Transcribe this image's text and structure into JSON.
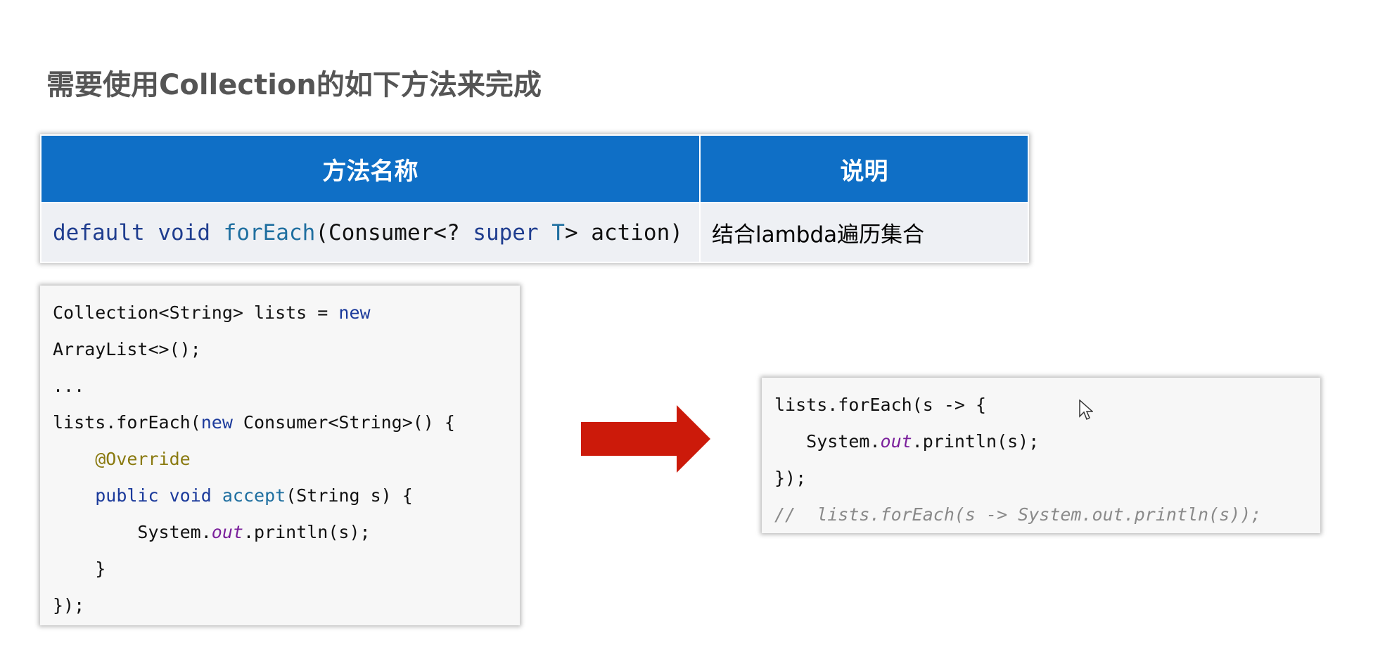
{
  "title": "需要使用Collection的如下方法来完成",
  "table": {
    "headers": [
      "方法名称",
      "说明"
    ],
    "row": {
      "method_tokens": [
        "default",
        " ",
        "void",
        " ",
        "forEach",
        "(Consumer<? ",
        "super",
        " ",
        "T",
        "> action)"
      ],
      "description": "结合lambda遍历集合"
    }
  },
  "code_left": {
    "lines": [
      {
        "indent": "",
        "tokens": [
          {
            "t": "Collection<String> lists = ",
            "c": "txt"
          },
          {
            "t": "new",
            "c": "kw2"
          }
        ]
      },
      {
        "indent": "",
        "tokens": [
          {
            "t": "ArrayList<>();",
            "c": "txt"
          }
        ]
      },
      {
        "indent": "",
        "tokens": [
          {
            "t": "...",
            "c": "txt"
          }
        ]
      },
      {
        "indent": "",
        "tokens": [
          {
            "t": "lists.forEach(",
            "c": "txt"
          },
          {
            "t": "new",
            "c": "kw2"
          },
          {
            "t": " Consumer<String>() {",
            "c": "txt"
          }
        ]
      },
      {
        "indent": "    ",
        "tokens": [
          {
            "t": "@Override",
            "c": "ann"
          }
        ]
      },
      {
        "indent": "    ",
        "tokens": [
          {
            "t": "public",
            "c": "kw2"
          },
          {
            "t": " ",
            "c": "txt"
          },
          {
            "t": "void",
            "c": "kw2"
          },
          {
            "t": " ",
            "c": "txt"
          },
          {
            "t": "accept",
            "c": "fn"
          },
          {
            "t": "(String s) {",
            "c": "txt"
          }
        ]
      },
      {
        "indent": "        ",
        "tokens": [
          {
            "t": "System.",
            "c": "txt"
          },
          {
            "t": "out",
            "c": "fld"
          },
          {
            "t": ".println(s);",
            "c": "txt"
          }
        ]
      },
      {
        "indent": "    ",
        "tokens": [
          {
            "t": "}",
            "c": "txt"
          }
        ]
      },
      {
        "indent": "",
        "tokens": [
          {
            "t": "});",
            "c": "txt"
          }
        ]
      }
    ]
  },
  "code_right": {
    "lines": [
      {
        "indent": "",
        "tokens": [
          {
            "t": "lists.forEach(s -> {",
            "c": "txt"
          }
        ]
      },
      {
        "indent": "   ",
        "tokens": [
          {
            "t": "System.",
            "c": "txt"
          },
          {
            "t": "out",
            "c": "fld"
          },
          {
            "t": ".println(s);",
            "c": "txt"
          }
        ]
      },
      {
        "indent": "",
        "tokens": [
          {
            "t": "});",
            "c": "txt"
          }
        ]
      },
      {
        "indent": "",
        "tokens": [
          {
            "t": "//  lists.forEach(s -> System.out.println(s));",
            "c": "cmt"
          }
        ]
      }
    ]
  },
  "colors": {
    "header_bg": "#0f6fc6",
    "arrow": "#cc1a0a"
  },
  "icons": {
    "arrow": "right-arrow-icon",
    "cursor": "mouse-cursor-icon"
  }
}
